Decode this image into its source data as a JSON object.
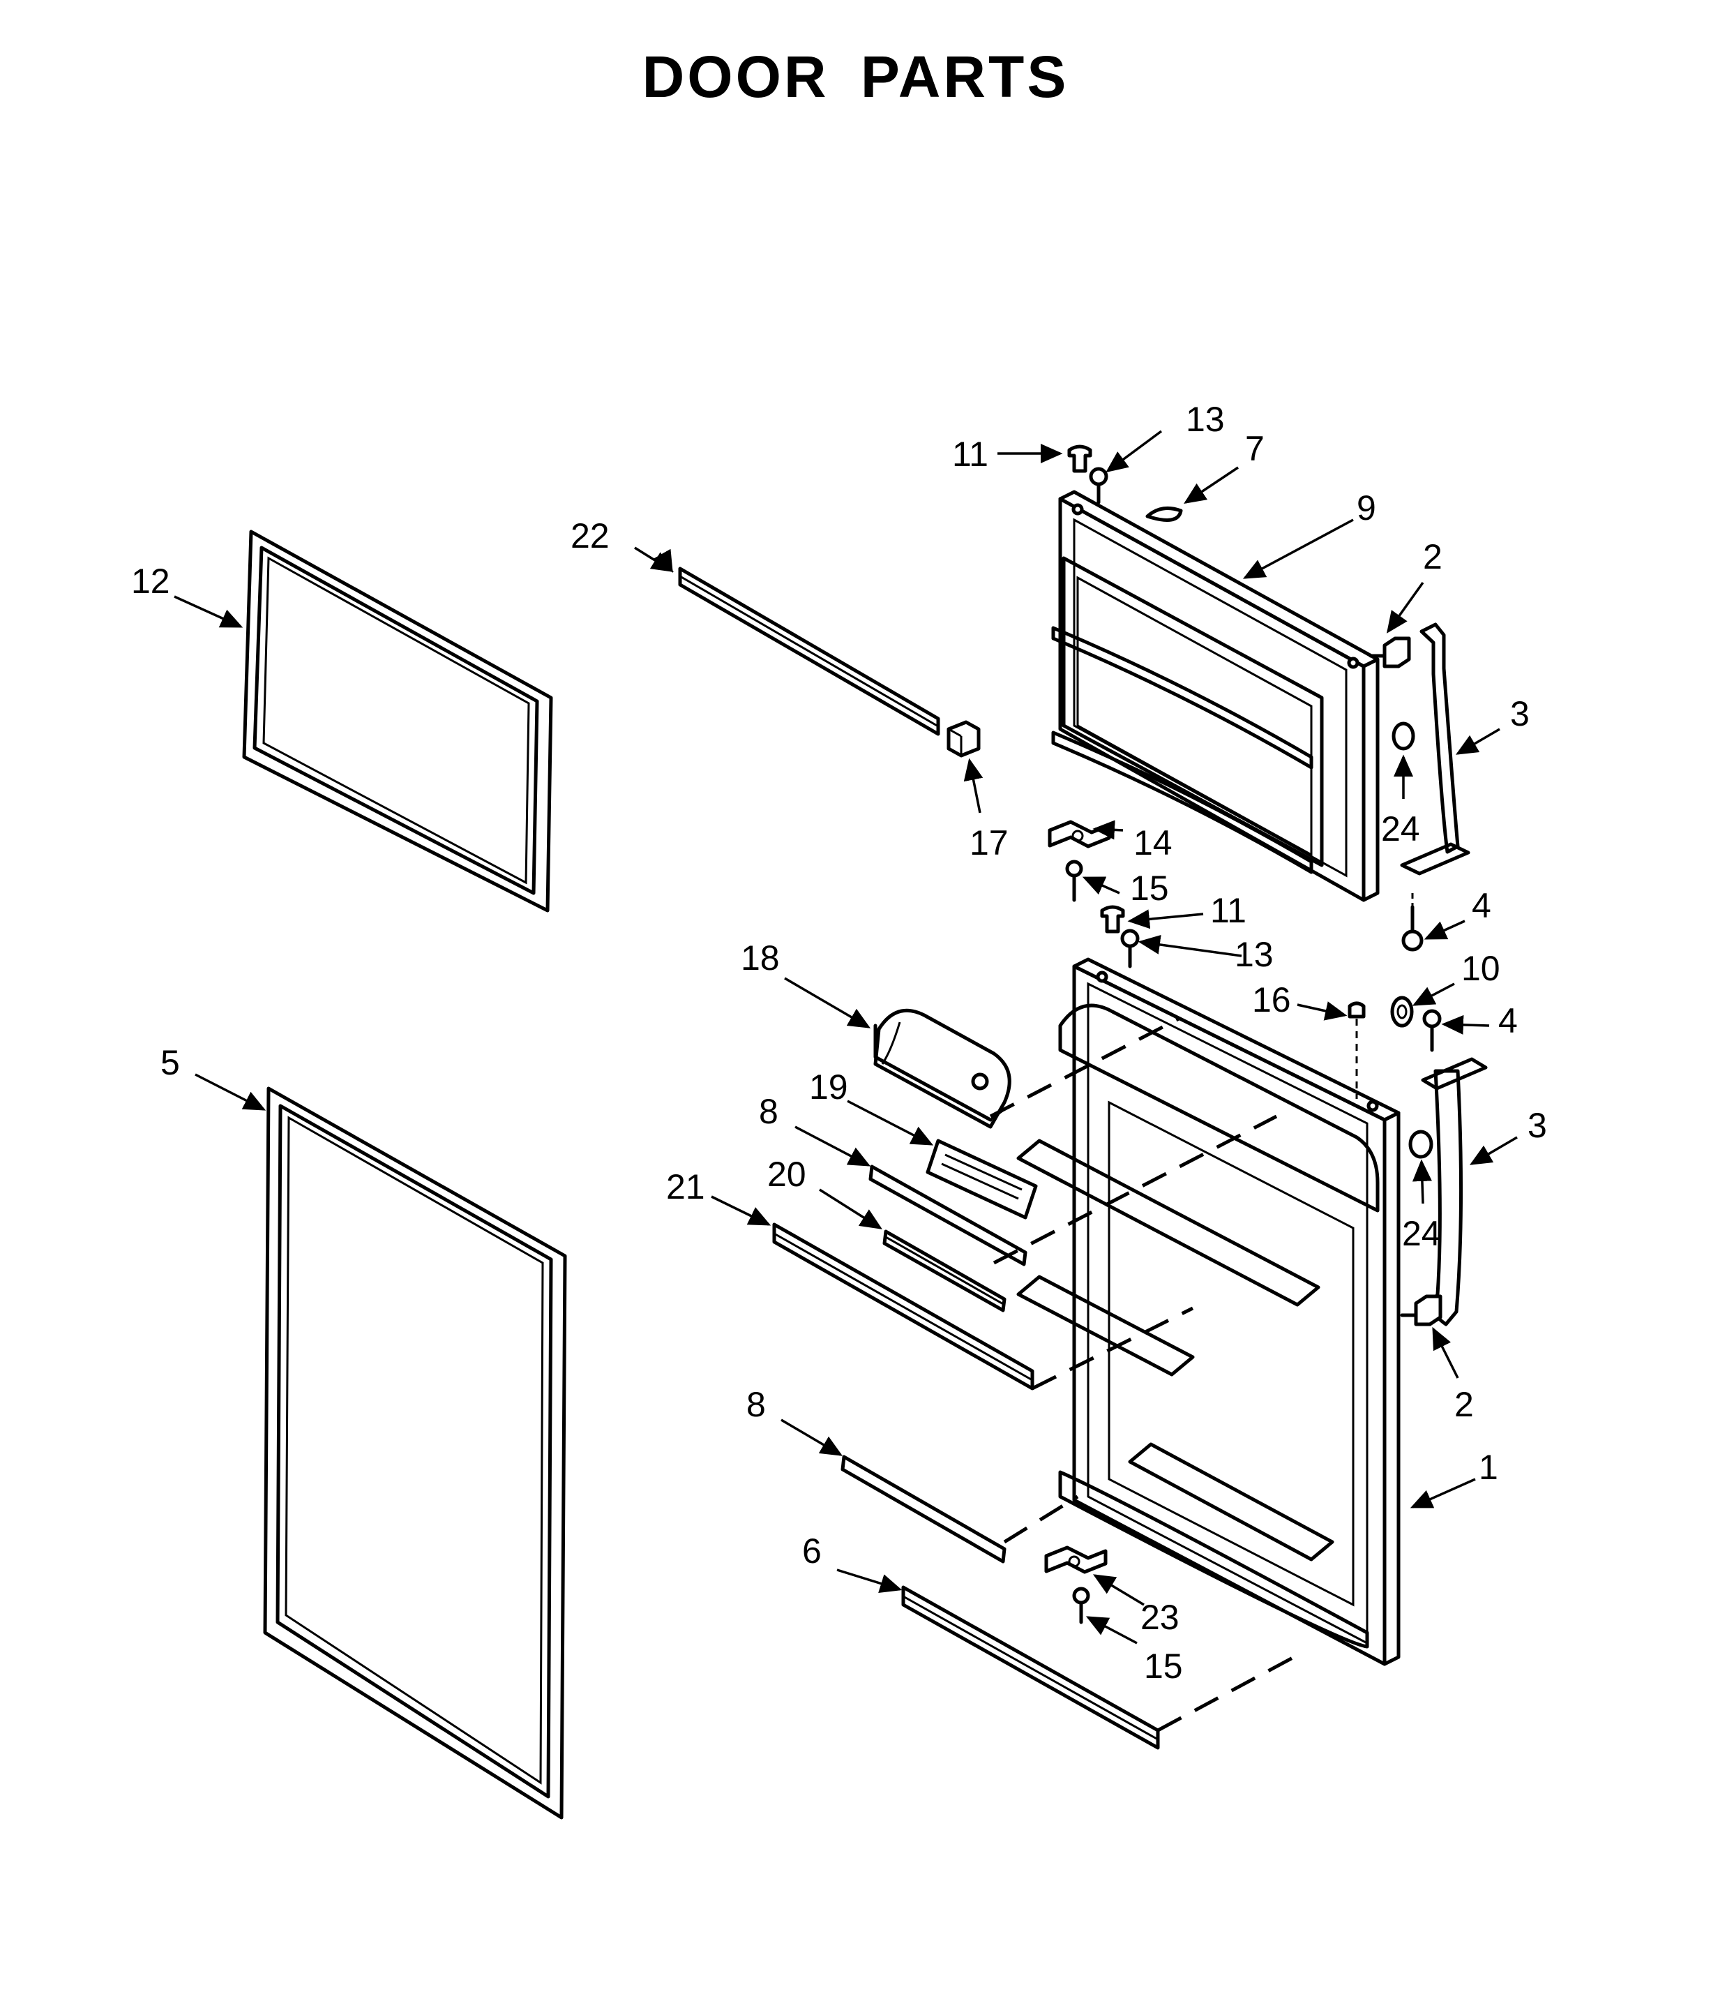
{
  "title": "DOOR PARTS",
  "colors": {
    "ink": "#000000",
    "paper": "#ffffff"
  },
  "callouts": [
    "1",
    "2",
    "2",
    "3",
    "3",
    "4",
    "4",
    "5",
    "6",
    "7",
    "8",
    "8",
    "9",
    "10",
    "11",
    "11",
    "12",
    "13",
    "13",
    "14",
    "15",
    "15",
    "16",
    "17",
    "18",
    "19",
    "20",
    "21",
    "22",
    "23",
    "24",
    "24"
  ]
}
